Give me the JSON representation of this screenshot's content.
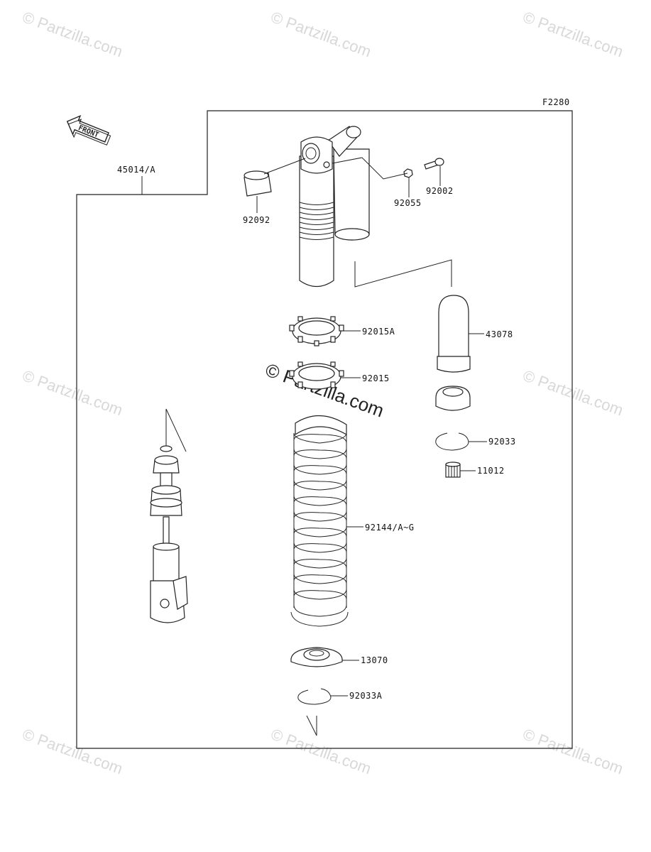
{
  "diagram": {
    "figure_code": "F2280",
    "front_label": "FRONT",
    "assembly_label": "45014/A",
    "parts": [
      {
        "id": "92092",
        "label": "92092"
      },
      {
        "id": "92055",
        "label": "92055"
      },
      {
        "id": "92002",
        "label": "92002"
      },
      {
        "id": "92015A",
        "label": "92015A"
      },
      {
        "id": "92015",
        "label": "92015"
      },
      {
        "id": "43078",
        "label": "43078"
      },
      {
        "id": "92033",
        "label": "92033"
      },
      {
        "id": "11012",
        "label": "11012"
      },
      {
        "id": "92144",
        "label": "92144/A~G"
      },
      {
        "id": "13070",
        "label": "13070"
      },
      {
        "id": "92033A",
        "label": "92033A"
      }
    ]
  },
  "watermark": {
    "text": "© Partzilla.com",
    "center_text": "© Partzilla.com"
  }
}
